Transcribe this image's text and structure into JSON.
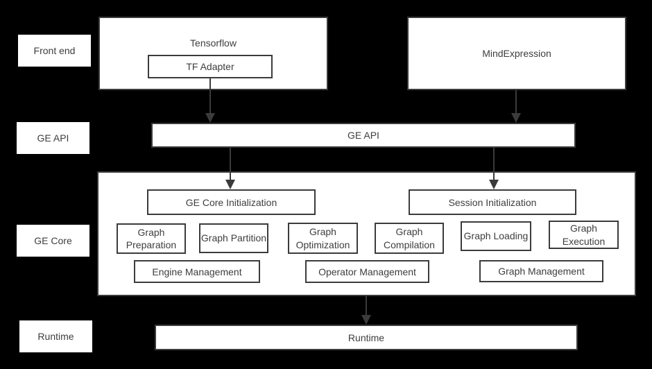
{
  "colors": {
    "background": "#000000",
    "box_fill": "#ffffff",
    "border": "#3b3b3b",
    "text": "#3d3d3d",
    "arrow": "#3b3b3b"
  },
  "side_labels": {
    "front_end": "Front end",
    "ge_api": "GE API",
    "ge_core": "GE Core",
    "runtime": "Runtime"
  },
  "front_end_row": {
    "tensorflow": "Tensorflow",
    "tf_adapter": "TF Adapter",
    "mind_expression": "MindExpression"
  },
  "ge_api_bar": {
    "label": "GE API"
  },
  "ge_core_box": {
    "ge_core_initialization": "GE Core Initialization",
    "session_initialization": "Session Initialization",
    "stages": [
      "Graph Preparation",
      "Graph Partition",
      "Graph Optimization",
      "Graph Compilation",
      "Graph Loading",
      "Graph Execution"
    ],
    "management": [
      "Engine Management",
      "Operator Management",
      "Graph Management"
    ]
  },
  "runtime_bar": {
    "label": "Runtime"
  }
}
